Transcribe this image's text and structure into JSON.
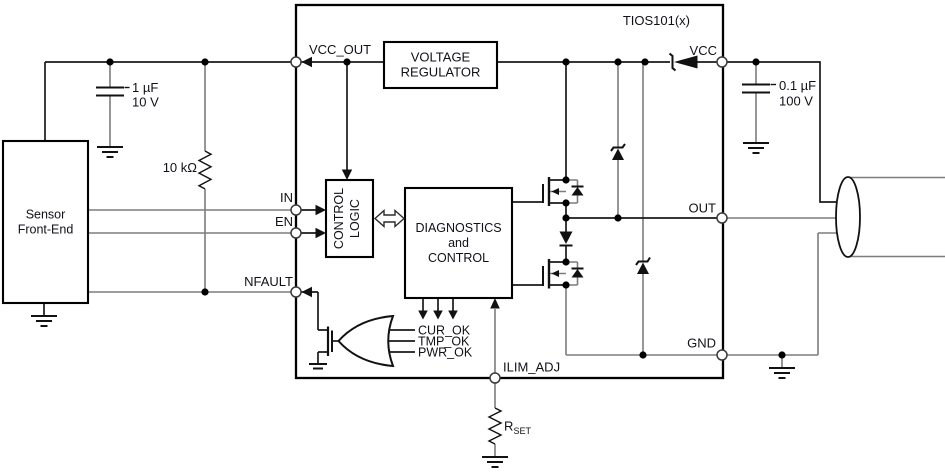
{
  "ic": {
    "part_number": "TIOS101(x)"
  },
  "pins": {
    "vcc_out": "VCC_OUT",
    "input": "IN",
    "enable": "EN",
    "nfault": "NFAULT",
    "ilim_adj": "ILIM_ADJ",
    "vcc": "VCC",
    "out": "OUT",
    "gnd": "GND"
  },
  "blocks": {
    "voltage_regulator": [
      "VOLTAGE",
      "REGULATOR"
    ],
    "control_logic": [
      "CONTROL",
      "LOGIC"
    ],
    "diagnostics": [
      "DIAGNOSTICS",
      "and",
      "CONTROL"
    ],
    "sensor_front_end": [
      "Sensor",
      "Front-End"
    ]
  },
  "status_signals": [
    "CUR_OK",
    "TMP_OK",
    "PWR_OK"
  ],
  "components": {
    "vccout_capacitor": {
      "value": "1 µF",
      "rating": "10 V"
    },
    "pullup_resistor": {
      "value": "10 kΩ"
    },
    "vcc_capacitor": {
      "value": "0.1 µF",
      "rating": "100 V"
    },
    "current_limit_resistor": {
      "name": "R",
      "subscript": "SET"
    }
  },
  "colors": {
    "wire": "#7d7d7d",
    "line": "#1a1a1a",
    "text": "#101018",
    "background": "#ffffff"
  }
}
